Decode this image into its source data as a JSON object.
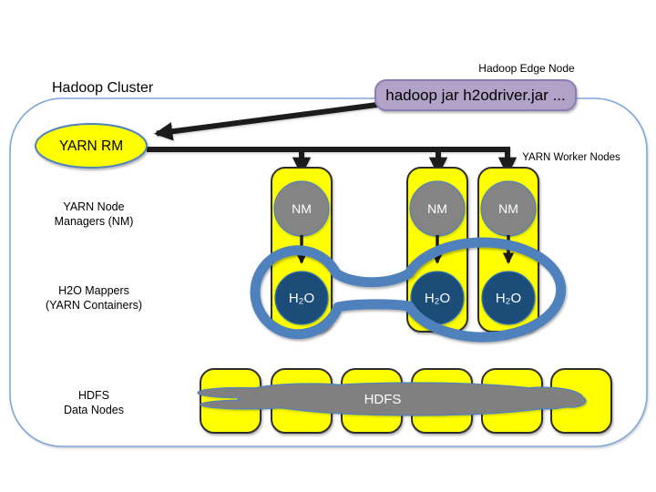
{
  "diagram": {
    "title": "Hadoop Cluster",
    "edge_node_label": "Hadoop Edge Node",
    "command": "hadoop jar h2odriver.jar ...",
    "yarn_rm_label": "YARN RM",
    "worker_nodes_label": "YARN Worker Nodes",
    "row_labels": {
      "nm_1": "YARN Node",
      "nm_2": "Managers (NM)",
      "mappers_1": "H2O Mappers",
      "mappers_2": "(YARN Containers)",
      "hdfs_1": "HDFS",
      "hdfs_2": "Data Nodes"
    },
    "nm_label": "NM",
    "h2o_label": "H₂O",
    "hdfs_cloud_label": "HDFS",
    "colors": {
      "node_yellow": "#FFFF00",
      "nm_gray": "#848484",
      "h2o_navy": "#1F4E79",
      "lasso_blue": "#4F81BD",
      "h2o_circle_border": "#2E75B5",
      "cluster_border_blue": "#7DA7D9",
      "edge_box_fill": "#B3A2C7",
      "edge_box_border": "#8A7BB8",
      "cloud_gray": "#808080",
      "arrow_black": "#1A1A1A",
      "node_border_dark": "#2F2F2F"
    }
  }
}
